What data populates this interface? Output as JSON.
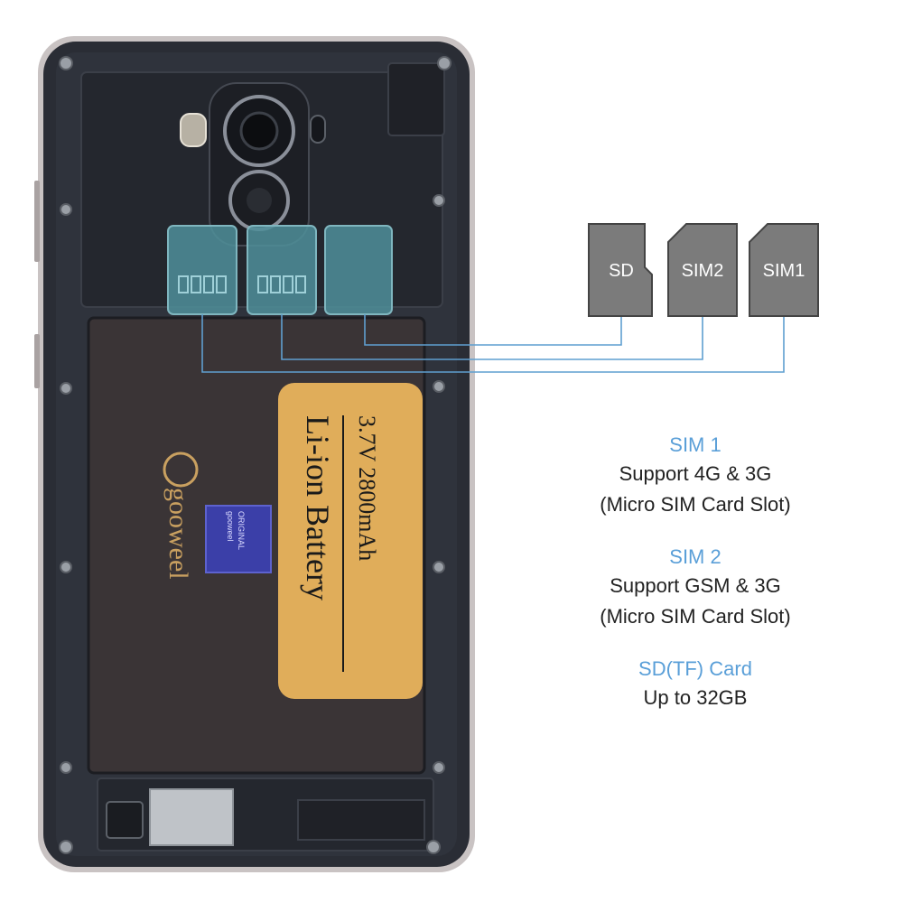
{
  "colors": {
    "accent_label": "#5a9fd8",
    "body_text": "#222222",
    "card_fill": "#7b7b7b",
    "slot_overlay": "#4f8f9a",
    "battery_label": "#e0ad5a",
    "phone_inner": "#2b2f38",
    "phone_frame": "#c8c4c4"
  },
  "cards": [
    {
      "id": "sd",
      "label": "SD",
      "icon": "sd-card-icon"
    },
    {
      "id": "sim2",
      "label": "SIM2",
      "icon": "sim-card-icon"
    },
    {
      "id": "sim1",
      "label": "SIM1",
      "icon": "sim-card-icon"
    }
  ],
  "info": [
    {
      "heading": "SIM 1",
      "lines": [
        "Support 4G & 3G",
        "(Micro SIM Card Slot)"
      ]
    },
    {
      "heading": "SIM 2",
      "lines": [
        "Support GSM & 3G",
        "(Micro SIM Card Slot)"
      ]
    },
    {
      "heading": "SD(TF) Card",
      "lines": [
        "Up to 32GB"
      ]
    }
  ],
  "battery": {
    "voltage_capacity": "3.7V  2800mAh",
    "type": "Li-ion Battery",
    "brand": "gooweel",
    "sticker_line1": "ORIGINAL",
    "sticker_line2": "gooweel"
  }
}
